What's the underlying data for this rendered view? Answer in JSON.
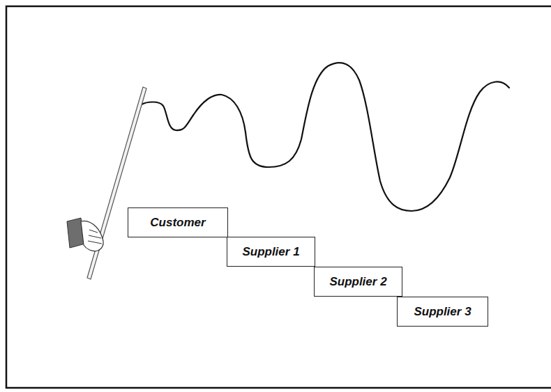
{
  "diagram": {
    "nodes": [
      {
        "text": [
          "Customer"
        ]
      },
      {
        "text": [
          "Supplier 1"
        ]
      },
      {
        "text": [
          "Supplier 2"
        ]
      },
      {
        "text": [
          "Supplier 3"
        ]
      }
    ]
  }
}
